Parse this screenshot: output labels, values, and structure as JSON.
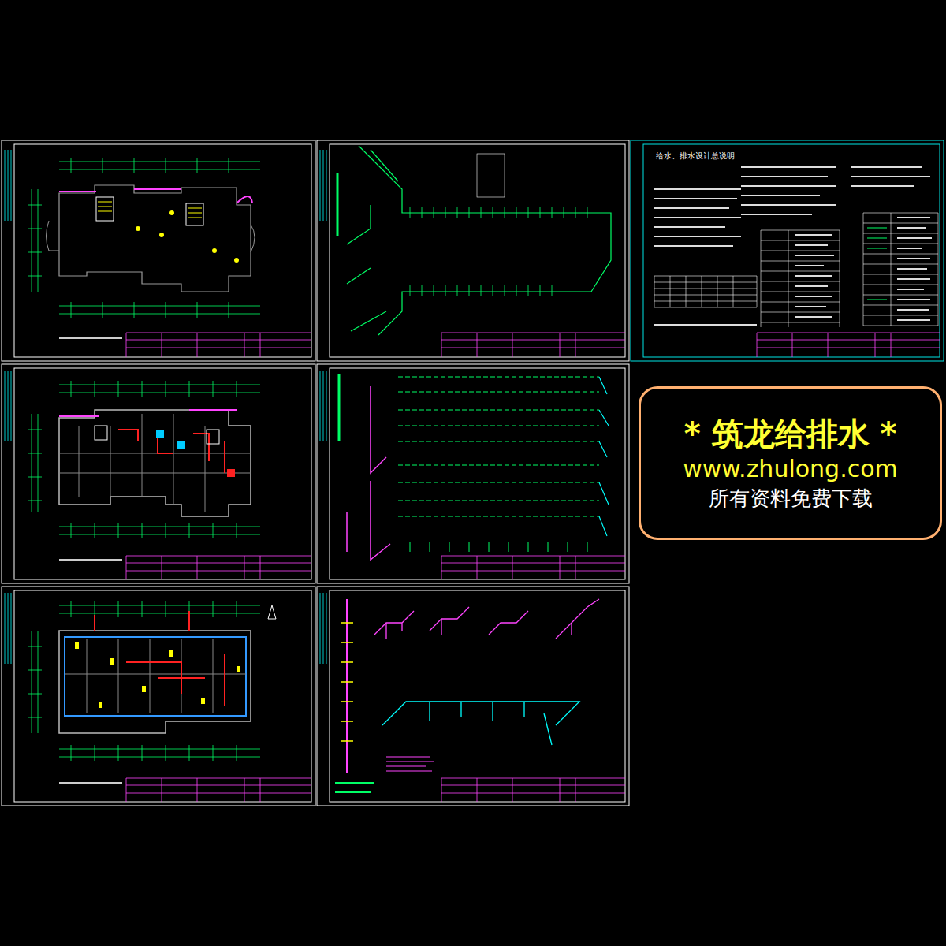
{
  "diagram": {
    "nodes": [
      {
        "text": [
          "* 筑龙给排水 *",
          "www.zhulong.com",
          "所有资料免费下载"
        ]
      }
    ],
    "labels": [
      "给水、排水设计总说明"
    ]
  }
}
